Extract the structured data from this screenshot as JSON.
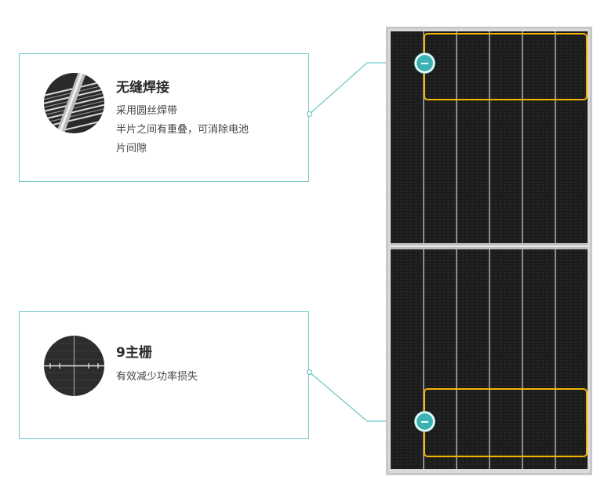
{
  "features": [
    {
      "title": "无缝焊接",
      "lines": [
        "采用圆丝焊带",
        "半片之间有重叠，可消除电池",
        "片间隙"
      ],
      "thumb_icon": "seamless-soldering-closeup-icon"
    },
    {
      "title": "9主栅",
      "lines": [
        "有效减少功率损失"
      ],
      "thumb_icon": "busbar-closeup-icon"
    }
  ],
  "colors": {
    "accent": "#3bb3b3",
    "card_border": "#6cc6c6",
    "highlight": "#f2b500",
    "cell": "#1c1c1c",
    "frame": "#c9c9c9"
  }
}
